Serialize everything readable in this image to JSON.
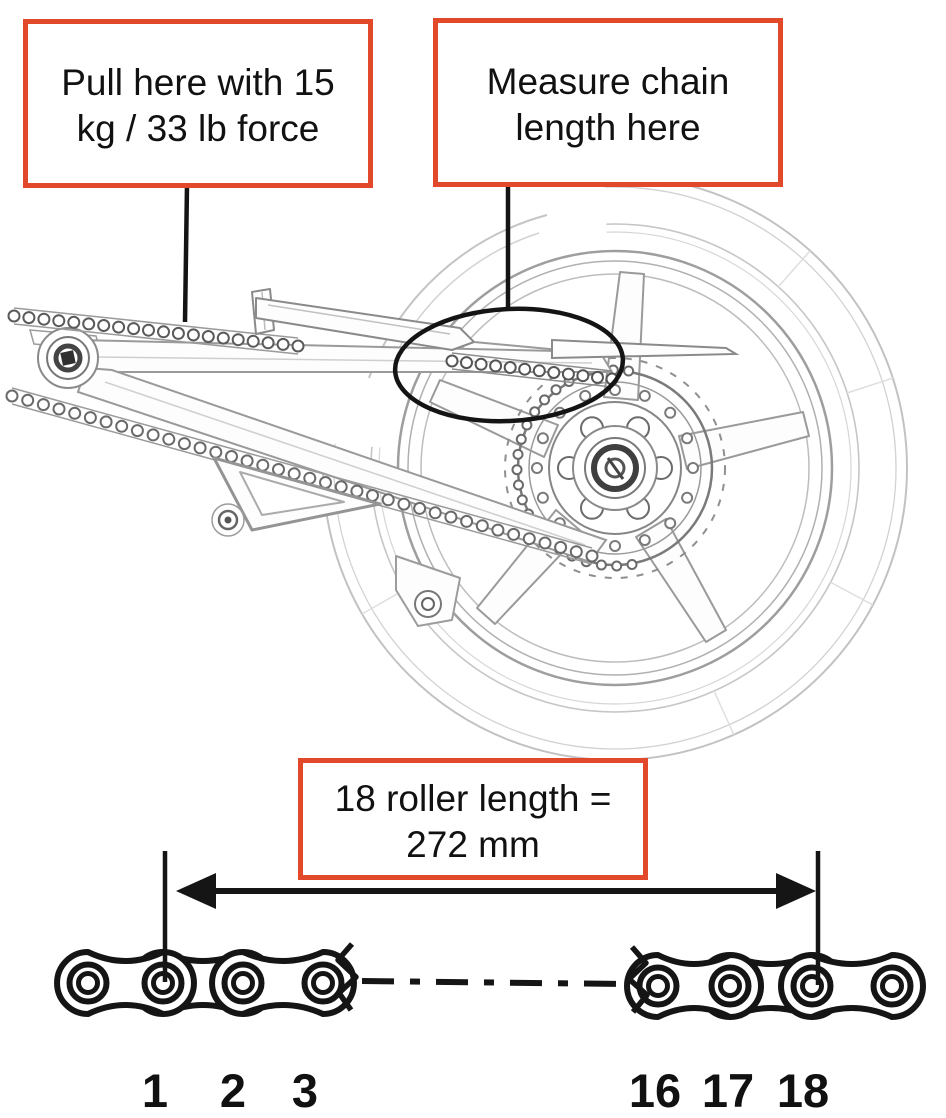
{
  "colors": {
    "callout_border": "#e2492b",
    "line_art_ink": "#151515"
  },
  "callouts": {
    "pull_force": {
      "line1": "Pull here with 15",
      "line2": "kg / 33 lb force"
    },
    "measure_chain": {
      "line1": "Measure chain",
      "line2": "length here"
    },
    "roller_length": {
      "line1": "18 roller length =",
      "line2": "272 mm"
    }
  },
  "chain_diagram": {
    "roller_labels": [
      "1",
      "2",
      "3",
      "16",
      "17",
      "18"
    ]
  }
}
